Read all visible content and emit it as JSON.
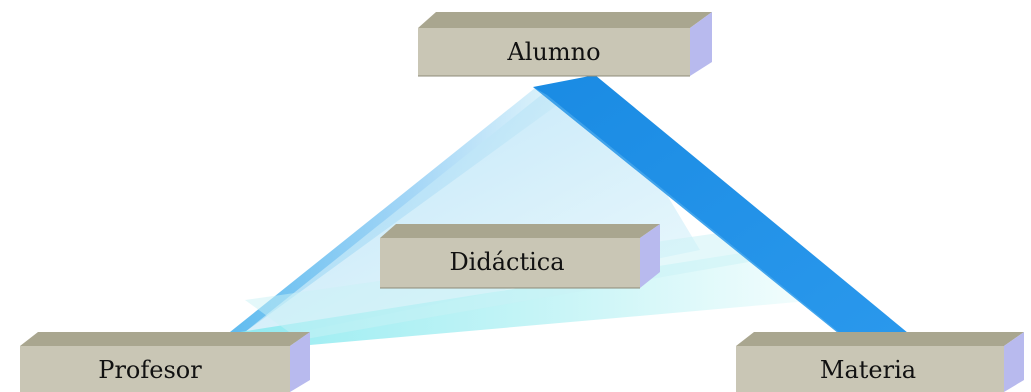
{
  "nodes": {
    "alumno": "Alumno",
    "didactica": "Didáctica",
    "profesor": "Profesor",
    "materia": "Materia"
  },
  "colors": {
    "box_face": "#c8c5b4",
    "box_top": "#a8a68f",
    "box_side": "#b7b9ee",
    "beam_dark": "#1f90e6",
    "beam_light": "#7fe6f2",
    "background": "#ffffff"
  }
}
